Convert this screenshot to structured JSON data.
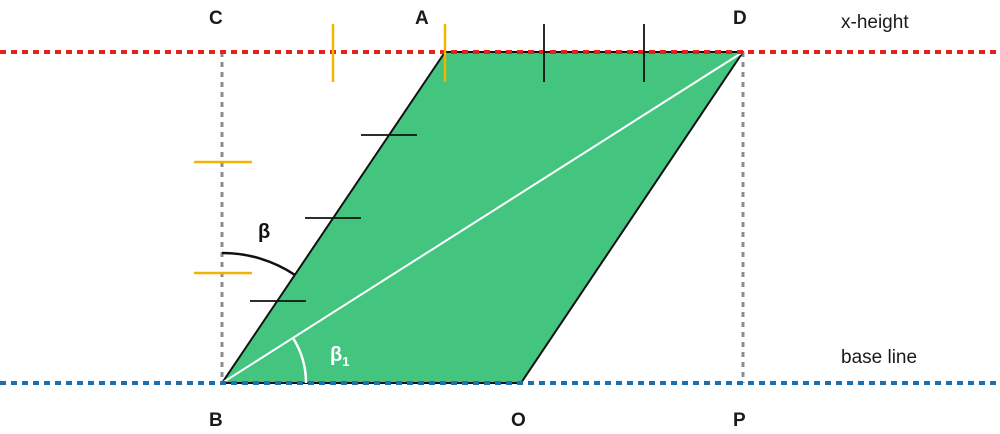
{
  "points": {
    "C": "C",
    "A": "A",
    "D": "D",
    "B": "B",
    "O": "O",
    "P": "P"
  },
  "guide_lines": {
    "top": "x-height",
    "bottom": "base line"
  },
  "angles": {
    "beta": "β",
    "beta1_base": "β",
    "beta1_sub": "1"
  },
  "colors": {
    "fill": "#43c57f",
    "x_height_line": "#e8201a",
    "base_line": "#1a6fb5",
    "vertical_guides": "#8c8c8c",
    "orange_ticks": "#f2b400",
    "black_ticks": "#111111",
    "diagonal": "#ffffff"
  }
}
